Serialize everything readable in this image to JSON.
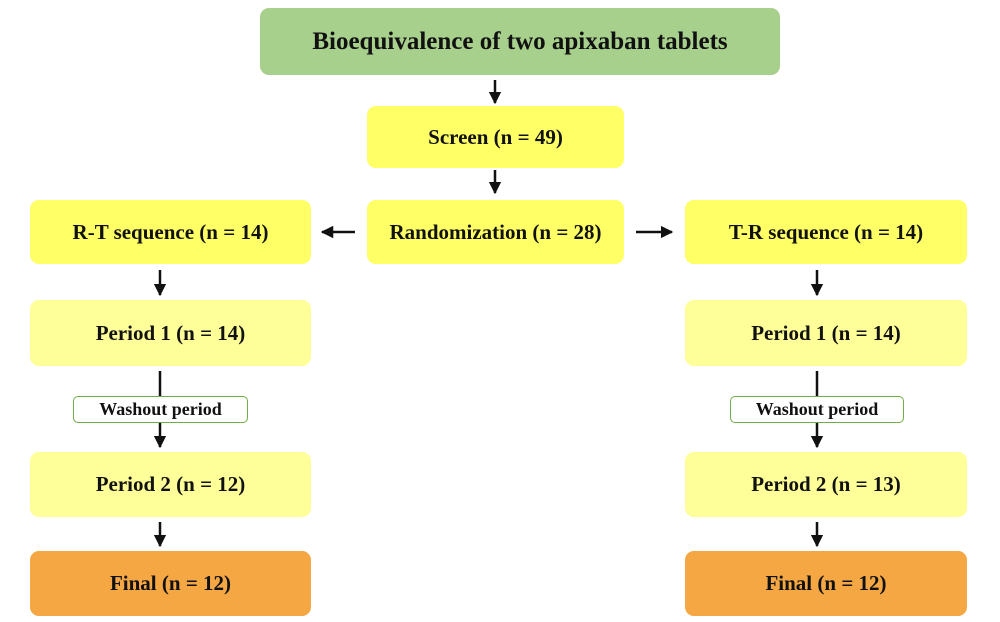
{
  "title": "Bioequivalence of two apixaban tablets",
  "screen": "Screen (n = 49)",
  "randomization": "Randomization (n = 28)",
  "left": {
    "sequence": "R-T sequence (n = 14)",
    "period1": "Period 1 (n = 14)",
    "washout": "Washout period",
    "period2": "Period 2 (n = 12)",
    "final": "Final (n = 12)"
  },
  "right": {
    "sequence": "T-R sequence (n = 14)",
    "period1": "Period 1 (n = 14)",
    "washout": "Washout period",
    "period2": "Period 2 (n = 13)",
    "final": "Final (n = 12)"
  },
  "colors": {
    "title_fill": "#a8d08d",
    "step_fill": "#ffff66",
    "period_fill": "#ffff99",
    "final_fill": "#f4a742",
    "washout_border": "#70ad47"
  }
}
